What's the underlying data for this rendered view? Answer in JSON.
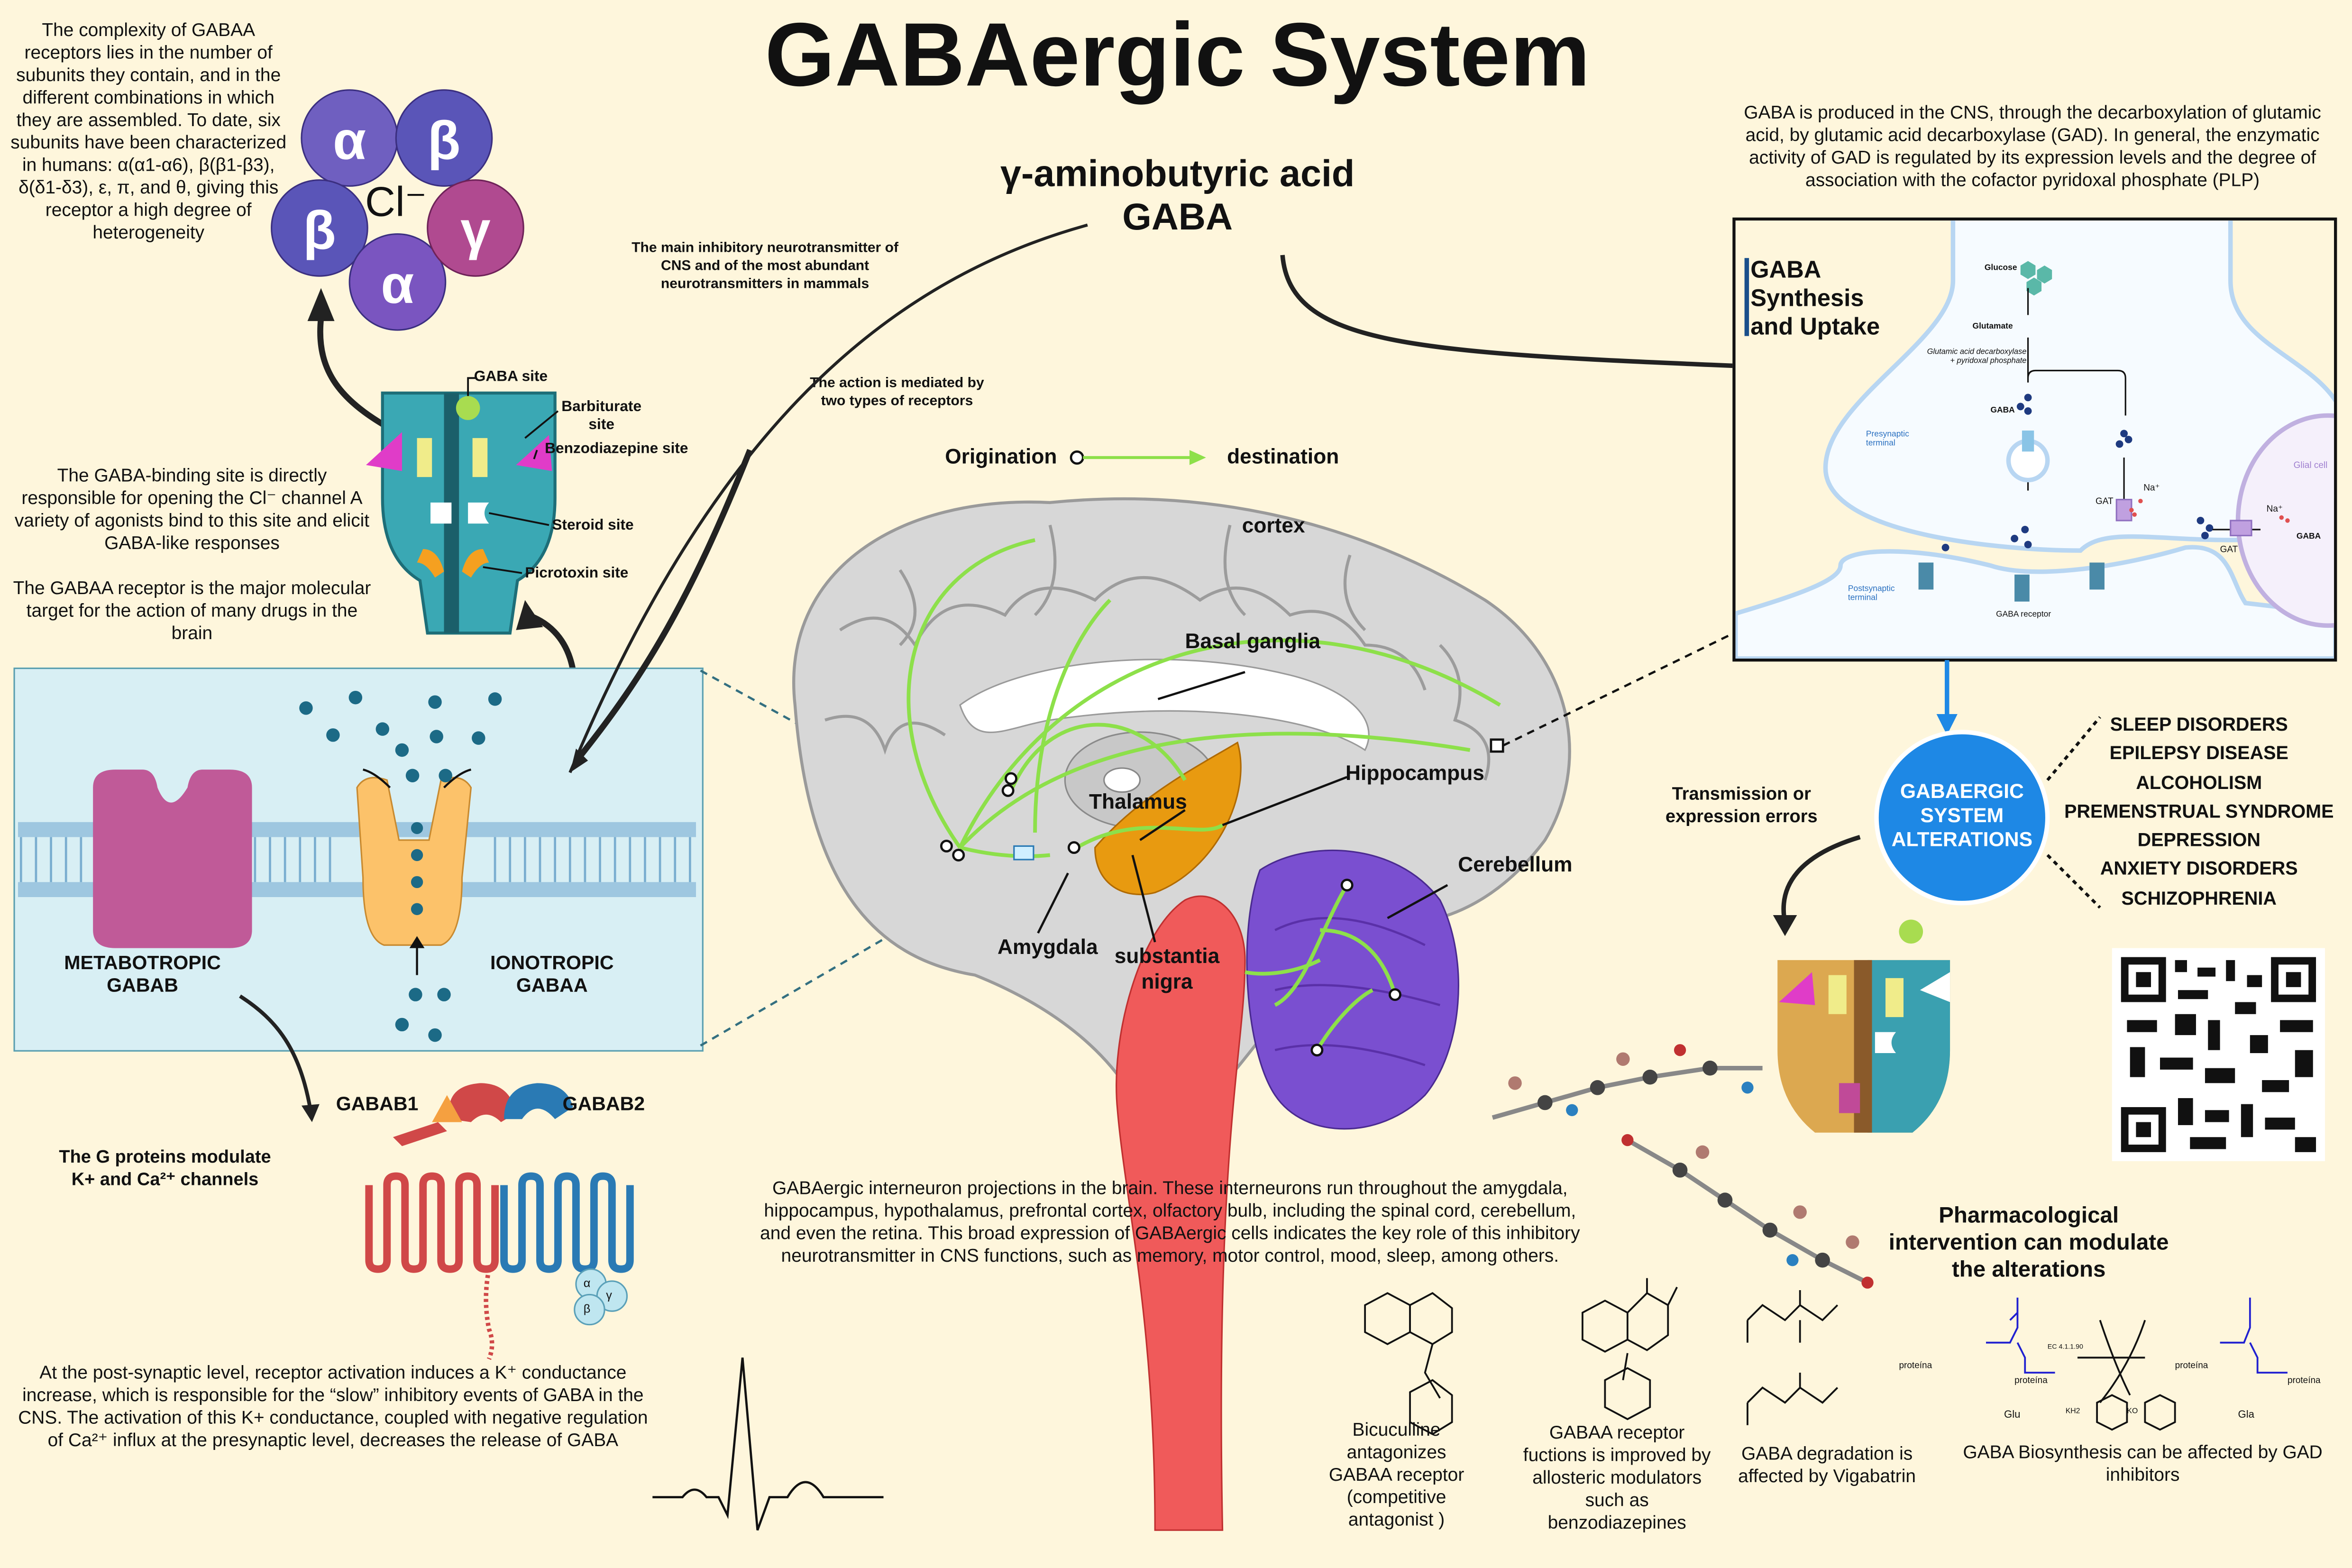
{
  "title": "GABAergic System",
  "subtitle": {
    "line1": "γ-aminobutyric acid",
    "line2": "GABA"
  },
  "colors": {
    "background": "#fef6dc",
    "alpha": "#6f5fc0",
    "beta": "#5a55b8",
    "gamma": "#b04a90",
    "membrane_box": "#d8eff4",
    "alterations_circle": "#1e88e5",
    "projection_arrows": "#8de04a",
    "cerebellum": "#7a4fd0",
    "brainstem": "#f05a5a",
    "substantia_nigra": "#e89a10"
  },
  "subunits": {
    "text": "The complexity of GABAA receptors lies in the number of subunits they contain, and in the different combinations in which they are assembled. To date, six subunits have been characterized in humans: α(α1-α6), β(β1-β3), δ(δ1-δ3), ε, π, and θ, giving this receptor a high degree of heterogeneity",
    "labels": [
      "α",
      "β",
      "β",
      "α",
      "γ"
    ],
    "ion": "Cl⁻"
  },
  "receptor_sites": [
    "GABA site",
    "Barbiturate site",
    "Benzodiazepine site",
    "Steroid site",
    "Picrotoxin site"
  ],
  "left_notes": {
    "binding": "The GABA-binding site is directly responsible for opening the Cl⁻ channel A variety of agonists bind to this site and elicit GABA-like responses",
    "target": "The GABAA receptor is the major molecular target for the action of many drugs in the brain"
  },
  "membrane": {
    "metabotropic": "METABOTROPIC",
    "metabotropic_sub": "GABAB",
    "ionotropic": "IONOTROPIC",
    "ionotropic_sub": "GABAA"
  },
  "gabab": {
    "b1": "GABAB1",
    "b2": "GABAB2",
    "gproteins": "The G proteins modulate K+ and Ca²⁺ channels",
    "g_labels": [
      "α",
      "β",
      "γ"
    ]
  },
  "postsynaptic_text": "At the post-synaptic level, receptor activation induces a K⁺ conductance increase, which is responsible for the “slow” inhibitory events of GABA in the CNS. The activation of this K+ conductance, coupled with negative regulation of Ca²⁺ influx at the presynaptic level, decreases the release of GABA",
  "notes": {
    "main_inhibitory": "The main inhibitory neurotransmitter of CNS and of the most abundant neurotransmitters in mammals",
    "two_types": "The action is mediated by two types of receptors",
    "origination": "Origination",
    "destination": "destination"
  },
  "brain_labels": {
    "cortex": "cortex",
    "basal_ganglia": "Basal ganglia",
    "hippocampus": "Hippocampus",
    "thalamus": "Thalamus",
    "cerebellum": "Cerebellum",
    "amygdala": "Amygdala",
    "substantia": "substantia",
    "nigra": "nigra"
  },
  "brain_caption": "GABAergic interneuron projections in the brain. These interneurons run throughout the amygdala, hippocampus, hypothalamus, prefrontal cortex, olfactory bulb, including the spinal cord, cerebellum, and even the retina. This broad expression of GABAergic cells indicates the key role of this inhibitory neurotransmitter in CNS functions, such as memory, motor control, mood, sleep, among others.",
  "synthesis": {
    "intro": "GABA is produced in the CNS, through the decarboxylation of glutamic acid, by glutamic acid decarboxylase (GAD). In general, the enzymatic activity of GAD is regulated by its expression levels and the degree of association with the cofactor pyridoxal phosphate (PLP)",
    "title_l1": "GABA",
    "title_l2": "Synthesis",
    "title_l3": "and Uptake",
    "glucose": "Glucose",
    "glutamate": "Glutamate",
    "enzyme": "Glutamic acid decarboxylase + pyridoxal phosphate",
    "gaba": "GABA",
    "presynaptic": "Presynaptic terminal",
    "postsynaptic": "Postsynaptic terminal",
    "receptor": "GABA receptor",
    "gat": "GAT",
    "na": "Na⁺",
    "glial": "Glial cell"
  },
  "alterations": {
    "circle": "GABAERGIC SYSTEM ALTERATIONS",
    "errors": "Transmission or expression errors",
    "disorders": [
      "SLEEP DISORDERS",
      "EPILEPSY DISEASE",
      "ALCOHOLISM",
      "PREMENSTRUAL SYNDROME",
      "DEPRESSION",
      "ANXIETY DISORDERS",
      "SCHIZOPHRENIA"
    ]
  },
  "pharma": {
    "title": "Pharmacological intervention can modulate the alterations",
    "bicuculline": "Bicuculline antagonizes GABAA receptor (competitive antagonist )",
    "benzo": "GABAA receptor fuctions is improved by allosteric modulators such as benzodiazepines",
    "vigabatrin": "GABA degradation is affected by Vigabatrin",
    "gad": "GABA Biosynthesis can be affected by GAD inhibitors",
    "chem_labels": {
      "glu": "Glu",
      "gla": "Gla",
      "protein": "proteína",
      "ec": "EC 4.1.1.90",
      "kh2": "KH2",
      "ko": "KO"
    }
  }
}
